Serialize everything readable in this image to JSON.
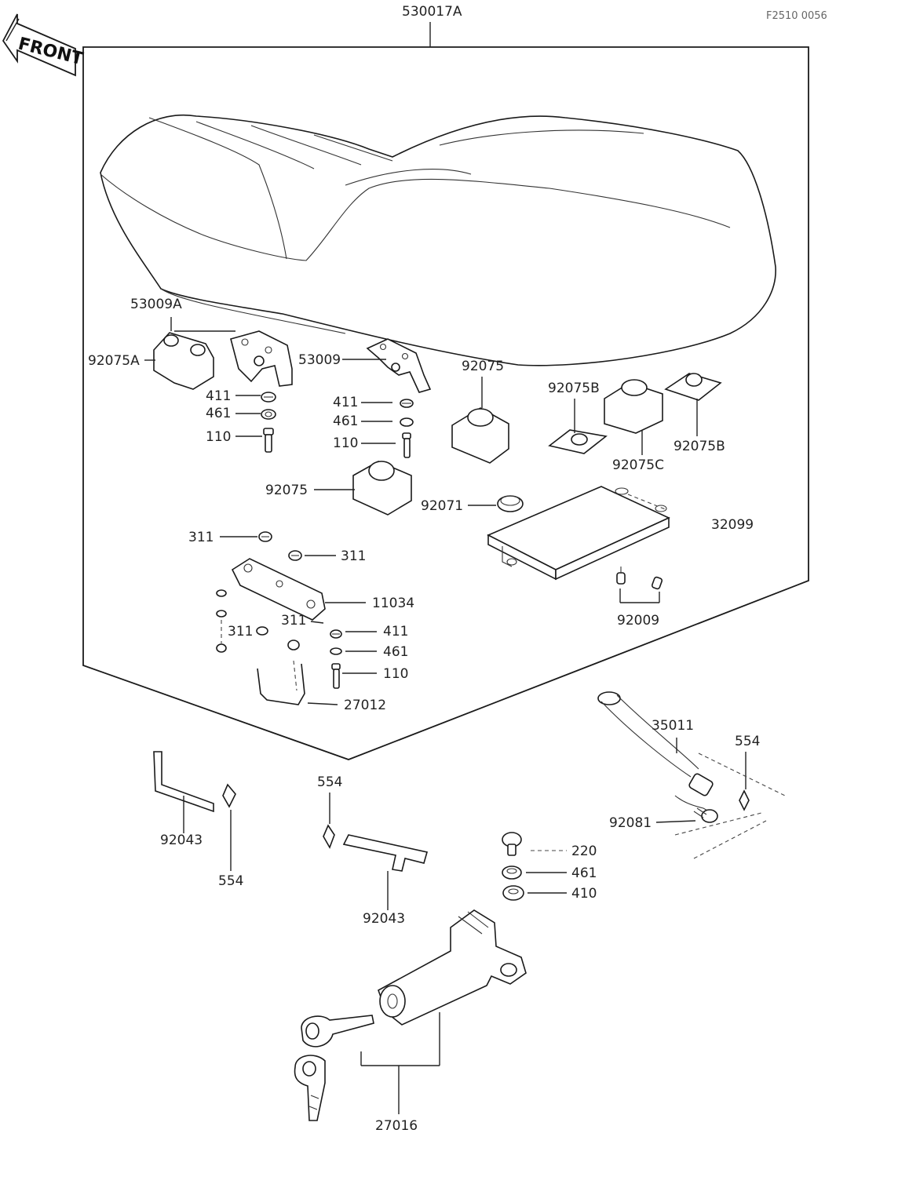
{
  "drawing_code": "F2510 0056",
  "front_label": "FRONT",
  "colors": {
    "ink": "#1a1a1a",
    "paper": "#ffffff"
  },
  "labels": {
    "l530017a": "530017A",
    "l53009a": "53009A",
    "l92075a": "92075A",
    "l53009": "53009",
    "l92075_top": "92075",
    "l92075b_1": "92075B",
    "l92075b_2": "92075B",
    "l92075c": "92075C",
    "l411_l": "411",
    "l461_l": "461",
    "l110_l": "110",
    "l411_m": "411",
    "l461_m": "461",
    "l110_m": "110",
    "l92075_mid": "92075",
    "l92071": "92071",
    "l32099": "32099",
    "l311_a": "311",
    "l311_b": "311",
    "l11034": "11034",
    "l311_c": "311",
    "l311_d": "311",
    "l411_b": "411",
    "l461_b": "461",
    "l110_b": "110",
    "l92009": "92009",
    "l27012": "27012",
    "l35011": "35011",
    "l554_r": "554",
    "l92081": "92081",
    "l554_m": "554",
    "l92043_l": "92043",
    "l554_l": "554",
    "l92043_m": "92043",
    "l220": "220",
    "l461_k": "461",
    "l410": "410",
    "l27016": "27016"
  }
}
